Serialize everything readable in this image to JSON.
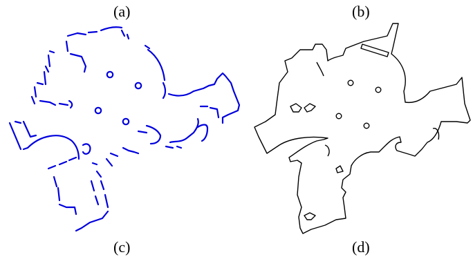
{
  "panels": [
    {
      "label": "(a)",
      "color": "#0000dd"
    },
    {
      "label": "(b)",
      "color": "#000000"
    },
    {
      "label": "(c)",
      "color": "#000000"
    },
    {
      "label": "(d)",
      "color": "#000000"
    }
  ]
}
